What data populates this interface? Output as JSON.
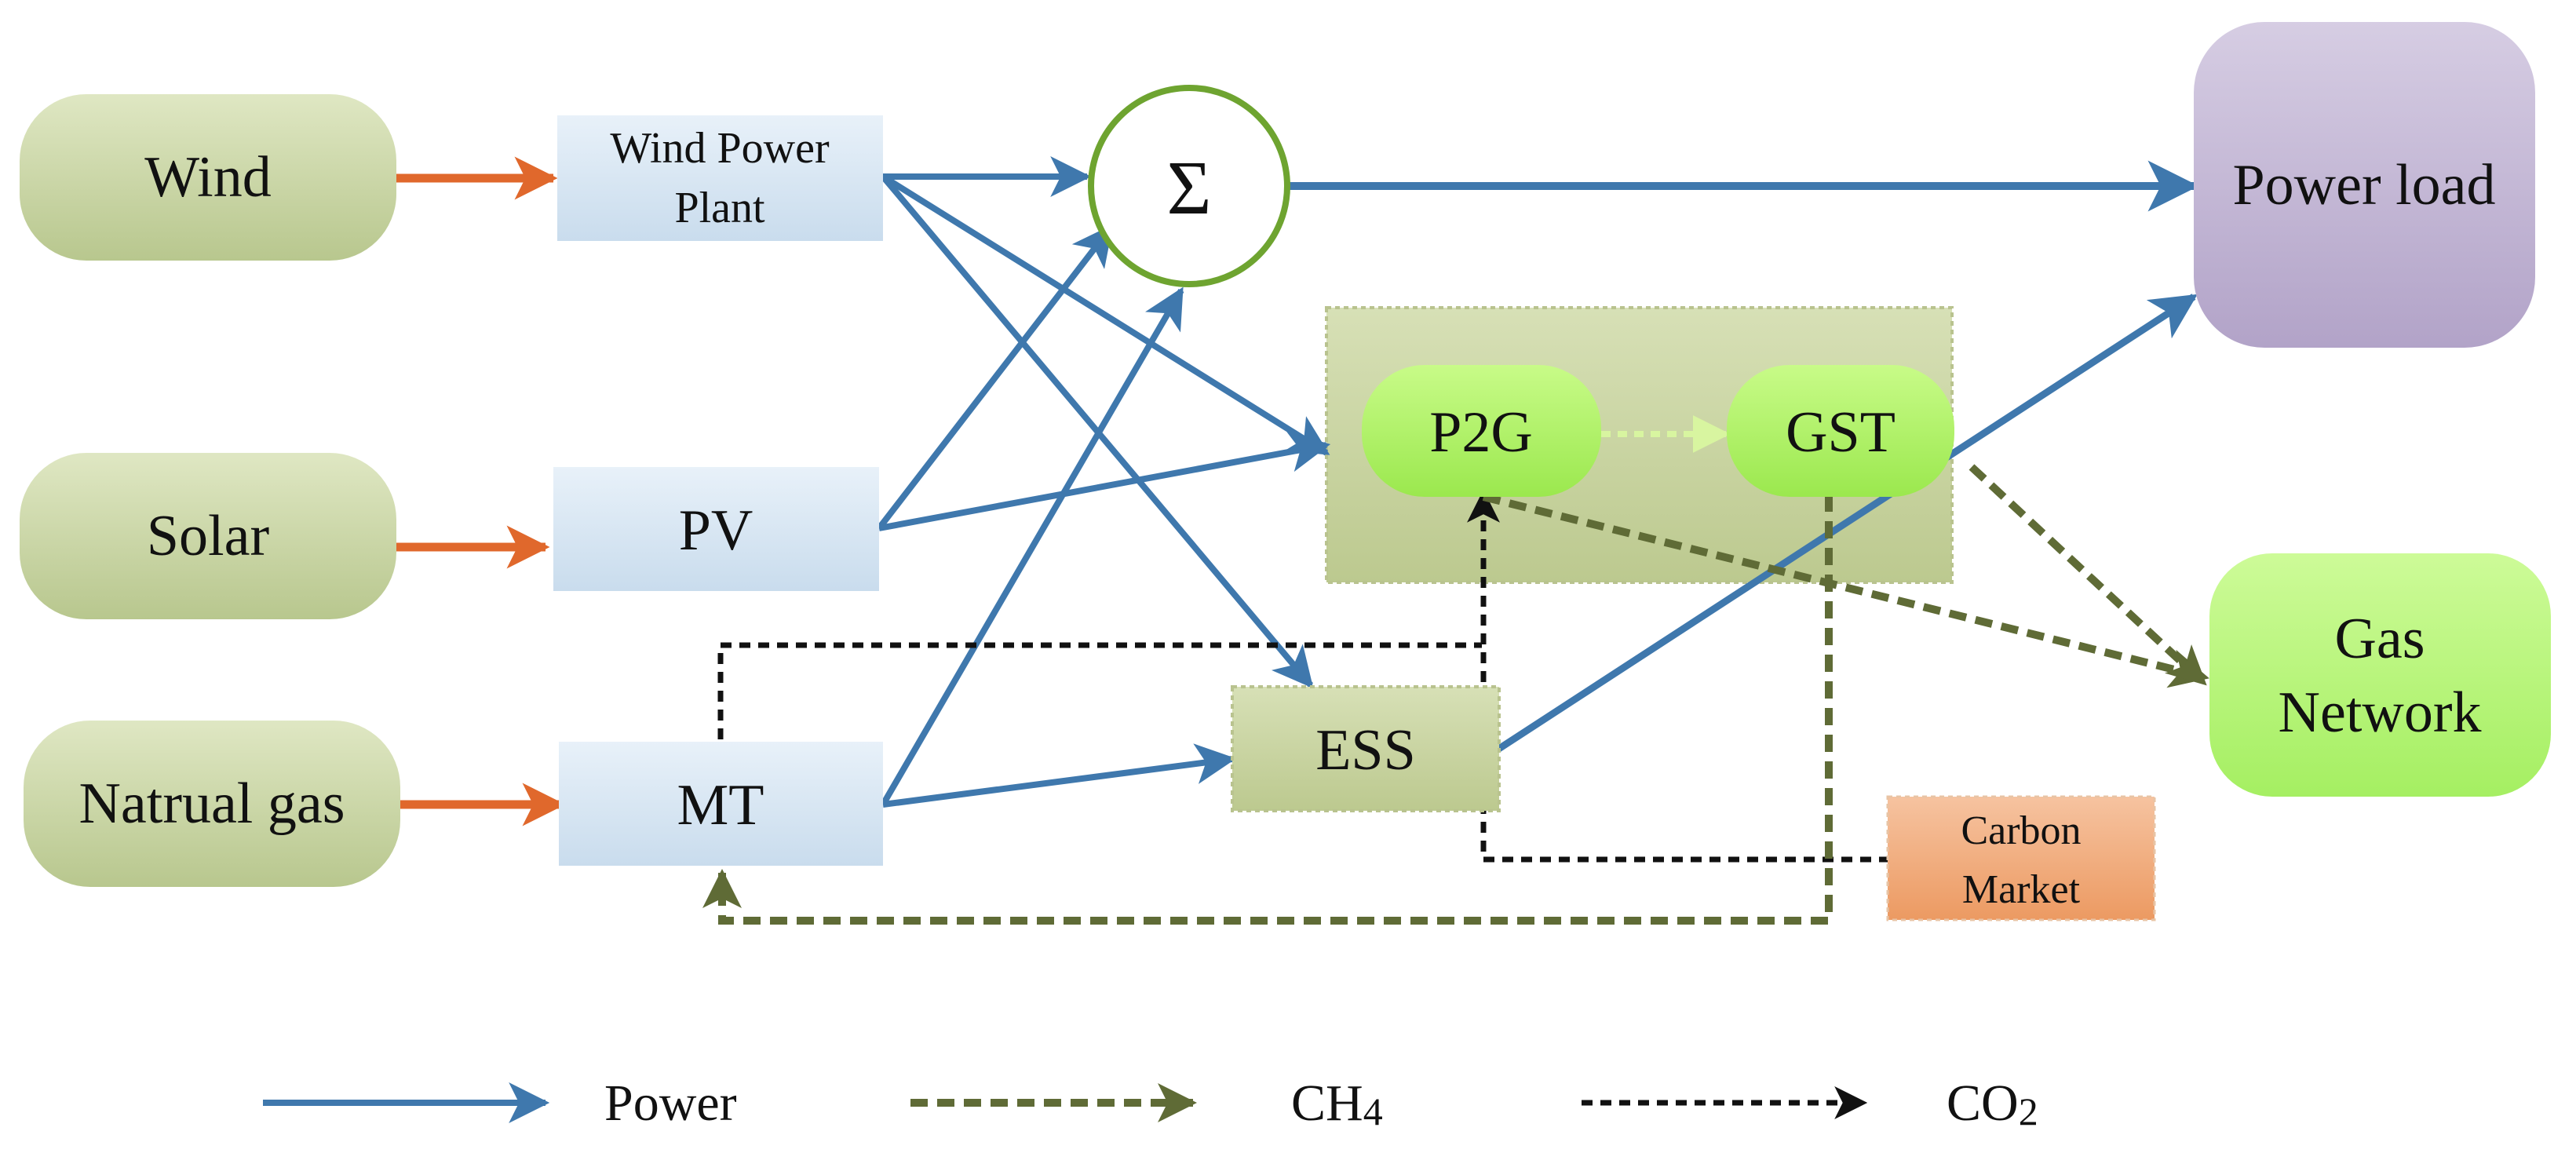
{
  "sources": {
    "wind": "Wind",
    "solar": "Solar",
    "natural_gas": "Natrual gas"
  },
  "units": {
    "wind_power_plant_line1": "Wind Power",
    "wind_power_plant_line2": "Plant",
    "pv": "PV",
    "mt": "MT",
    "ess": "ESS",
    "p2g": "P2G",
    "gst": "GST",
    "carbon_market_line1": "Carbon",
    "carbon_market_line2": "Market"
  },
  "sum_symbol": "Σ",
  "loads": {
    "power_load": "Power load",
    "gas_network_line1": "Gas",
    "gas_network_line2": "Network"
  },
  "legend": {
    "power": "Power",
    "ch4_main": "CH",
    "ch4_sub": "4",
    "co2_main": "CO",
    "co2_sub": "2"
  },
  "colors": {
    "power": "#3f78ad",
    "ch4": "#5f6b36",
    "co2": "#111111",
    "input": "#e0682c",
    "source_fill": "#c9d4a6",
    "unit_fill": "#dbe8f3",
    "storage_fill": "#ccd8a8",
    "p2g_fill": "#b3f36c",
    "load_fill": "#c6bad5",
    "gas_network_fill": "#b8f580",
    "carbon_fill": "#f0a878"
  }
}
